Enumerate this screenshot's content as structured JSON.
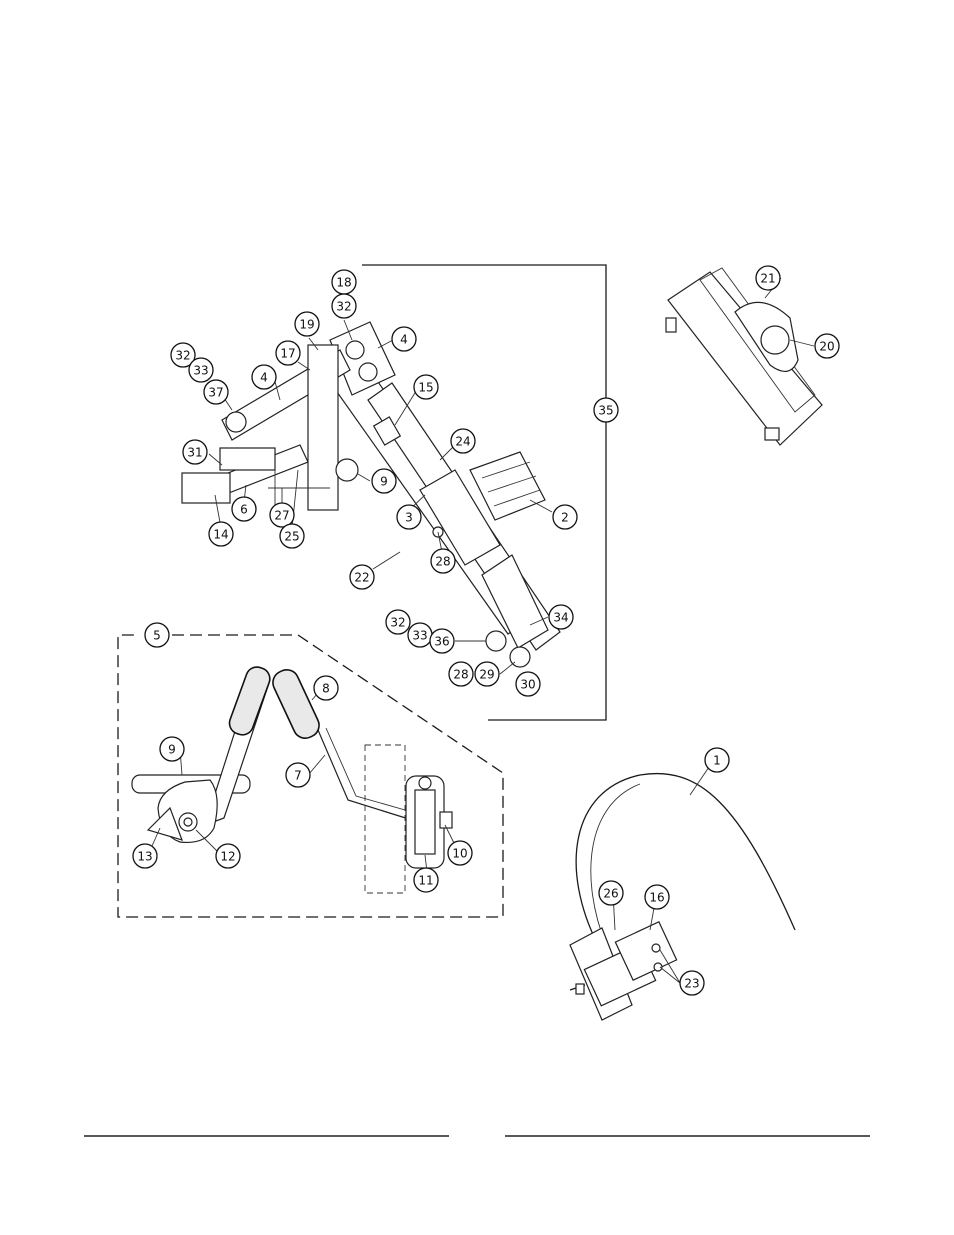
{
  "balloons": [
    "18",
    "32",
    "19",
    "4",
    "17",
    "32",
    "33",
    "4",
    "37",
    "15",
    "24",
    "31",
    "9",
    "3",
    "2",
    "6",
    "27",
    "14",
    "25",
    "28",
    "22",
    "35",
    "21",
    "20",
    "5",
    "32",
    "33",
    "36",
    "34",
    "28",
    "29",
    "30",
    "8",
    "9",
    "7",
    "13",
    "12",
    "11",
    "10",
    "1",
    "26",
    "16",
    "23"
  ]
}
